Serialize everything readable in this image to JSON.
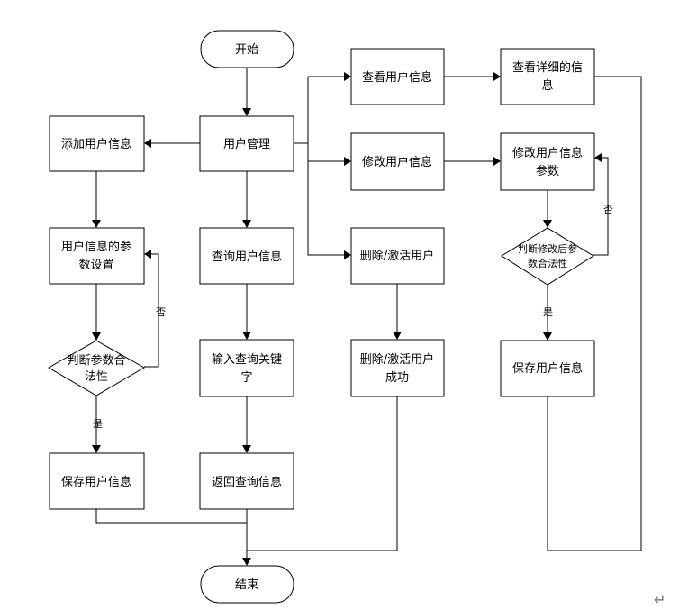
{
  "nodes": {
    "start": "开始",
    "user_mgmt": "用户管理",
    "add_user": "添加用户信息",
    "param_setup_1": "用户信息的参",
    "param_setup_2": "数设置",
    "check_left_1": "判断参数合",
    "check_left_2": "法性",
    "save_left": "保存用户信息",
    "query_user": "查询用户信息",
    "input_kw_1": "输入查询关键",
    "input_kw_2": "字",
    "return_query": "返回查询信息",
    "view_user": "查看用户信息",
    "view_detail_1": "查看详细的信",
    "view_detail_2": "息",
    "modify_user": "修改用户信息",
    "modify_params_1": "修改用户信息",
    "modify_params_2": "参数",
    "check_right_1": "判断修改后参",
    "check_right_2": "数合法性",
    "save_right": "保存用户信息",
    "delete_user": "删除/激活用户",
    "delete_ok_1": "删除/激活用户",
    "delete_ok_2": "成功",
    "end": "结束"
  },
  "edge_labels": {
    "left_no": "否",
    "left_yes": "是",
    "right_no": "否",
    "right_yes": "是"
  },
  "return_mark": "↵"
}
